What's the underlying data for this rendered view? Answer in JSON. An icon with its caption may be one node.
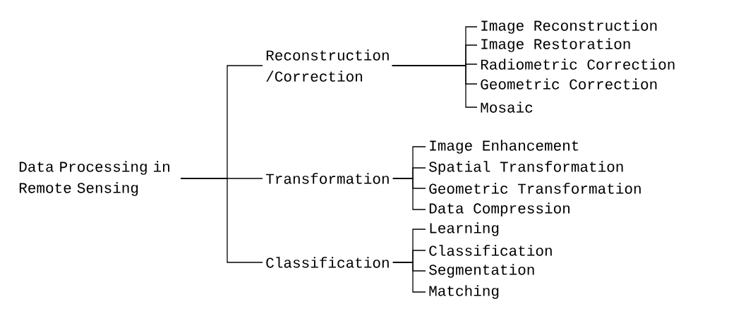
{
  "diagram": {
    "nodes": [
      {
        "text": [
          "Data Processing in Remote Sensing"
        ]
      },
      {
        "text": [
          "Reconstruction /Correction"
        ]
      },
      {
        "text": [
          "Transformation"
        ]
      },
      {
        "text": [
          "Classification"
        ]
      },
      {
        "text": [
          "Image Reconstruction"
        ]
      },
      {
        "text": [
          "Image Restoration"
        ]
      },
      {
        "text": [
          "Radiometric Correction"
        ]
      },
      {
        "text": [
          "Geometric Correction"
        ]
      },
      {
        "text": [
          "Mosaic"
        ]
      },
      {
        "text": [
          "Image Enhancement"
        ]
      },
      {
        "text": [
          "Spatial Transformation"
        ]
      },
      {
        "text": [
          "Geometric Transformation"
        ]
      },
      {
        "text": [
          "Data Compression"
        ]
      },
      {
        "text": [
          "Learning"
        ]
      },
      {
        "text": [
          "Classification"
        ]
      },
      {
        "text": [
          "Segmentation"
        ]
      },
      {
        "text": [
          "Matching"
        ]
      }
    ],
    "edges": [
      {
        "from": 0,
        "to": 1,
        "arrow": "none"
      },
      {
        "from": 0,
        "to": 2,
        "arrow": "none"
      },
      {
        "from": 0,
        "to": 3,
        "arrow": "none"
      },
      {
        "from": 1,
        "to": 4,
        "arrow": "none"
      },
      {
        "from": 1,
        "to": 5,
        "arrow": "none"
      },
      {
        "from": 1,
        "to": 6,
        "arrow": "none"
      },
      {
        "from": 1,
        "to": 7,
        "arrow": "none"
      },
      {
        "from": 1,
        "to": 8,
        "arrow": "none"
      },
      {
        "from": 2,
        "to": 9,
        "arrow": "none"
      },
      {
        "from": 2,
        "to": 10,
        "arrow": "none"
      },
      {
        "from": 2,
        "to": 11,
        "arrow": "none"
      },
      {
        "from": 2,
        "to": 12,
        "arrow": "none"
      },
      {
        "from": 3,
        "to": 13,
        "arrow": "none"
      },
      {
        "from": 3,
        "to": 14,
        "arrow": "none"
      },
      {
        "from": 3,
        "to": 15,
        "arrow": "none"
      },
      {
        "from": 3,
        "to": 16,
        "arrow": "none"
      }
    ]
  }
}
